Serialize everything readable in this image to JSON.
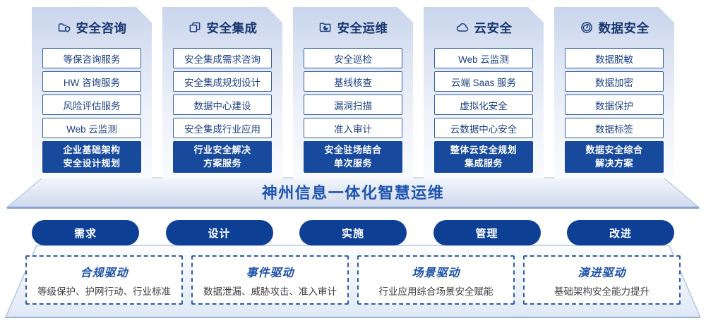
{
  "palette": {
    "solid_blue": "#17499c",
    "pill_blue": "#0d3f95",
    "banner_text_blue": "#1e53b0",
    "box_border_blue": "#3560a8",
    "dashed_border_blue": "#2e5cb2",
    "header_navy": "#16356e",
    "card_bg_top": "#c9d5ec"
  },
  "columns": [
    {
      "title": "安全咨询",
      "icon": "folder-shield-icon",
      "items": [
        "等保咨询服务",
        "HW 咨询服务",
        "风险评估服务",
        "Web 云监测"
      ],
      "footer_line1": "企业基础架构",
      "footer_line2": "安全设计规划"
    },
    {
      "title": "安全集成",
      "icon": "copy-docs-icon",
      "items": [
        "安全集成需求咨询",
        "安全集成规划设计",
        "数据中心建设",
        "安全集成行业应用"
      ],
      "footer_line1": "行业安全解决",
      "footer_line2": "方案服务"
    },
    {
      "title": "安全运维",
      "icon": "folder-pie-icon",
      "items": [
        "安全巡检",
        "基线核查",
        "漏洞扫描",
        "准入审计"
      ],
      "footer_line1": "安全驻场结合",
      "footer_line2": "单次服务"
    },
    {
      "title": "云安全",
      "icon": "cloud-icon",
      "items": [
        "Web 云监测",
        "云端 Saas 服务",
        "虚拟化安全",
        "云数据中心安全"
      ],
      "footer_line1": "整体云安全规划",
      "footer_line2": "集成服务"
    },
    {
      "title": "数据安全",
      "icon": "fingerprint-icon",
      "items": [
        "数据脱敏",
        "数据加密",
        "数据保护",
        "数据标签"
      ],
      "footer_line1": "数据安全综合",
      "footer_line2": "解决方案"
    }
  ],
  "banner": {
    "title": "神州信息一体化智慧运维"
  },
  "process_pills": [
    {
      "label": "需求"
    },
    {
      "label": "设计"
    },
    {
      "label": "实施"
    },
    {
      "label": "管理"
    },
    {
      "label": "改进"
    }
  ],
  "drivers": [
    {
      "title": "合规驱动",
      "desc": "等级保护、护网行动、行业标准"
    },
    {
      "title": "事件驱动",
      "desc": "数据泄漏、威胁攻击、准入审计"
    },
    {
      "title": "场景驱动",
      "desc": "行业应用综合场景安全赋能"
    },
    {
      "title": "演进驱动",
      "desc": "基础架构安全能力提升"
    }
  ]
}
